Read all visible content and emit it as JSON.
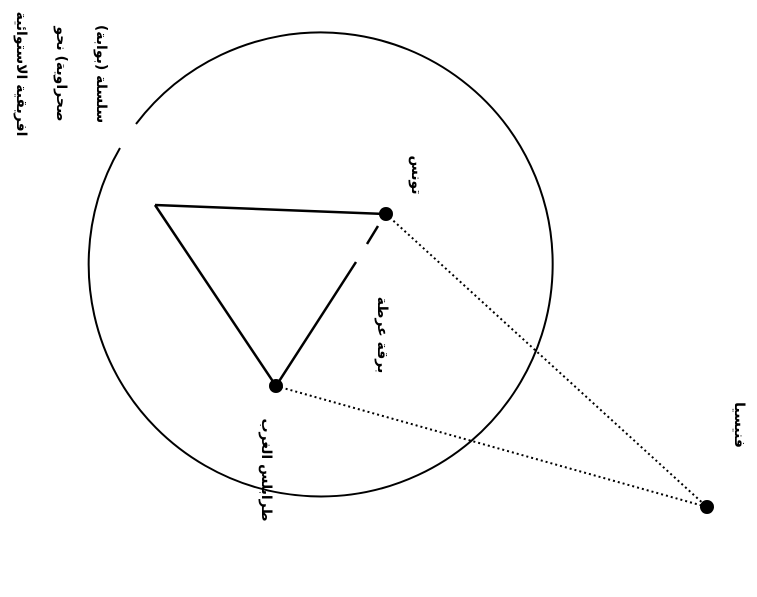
{
  "labels": {
    "tunis": "تونس",
    "tripoli": "طرابلس الغرب",
    "phoenicia": "فنيسيا",
    "bay": "برقة عرطة",
    "chain_line1": "سلسلة (بوابة)",
    "chain_line2": "صحراوية) نحو",
    "chain_line3": "افريقية الاستوائية"
  },
  "colors": {
    "ink": "#000000",
    "paper": "#ffffff"
  }
}
